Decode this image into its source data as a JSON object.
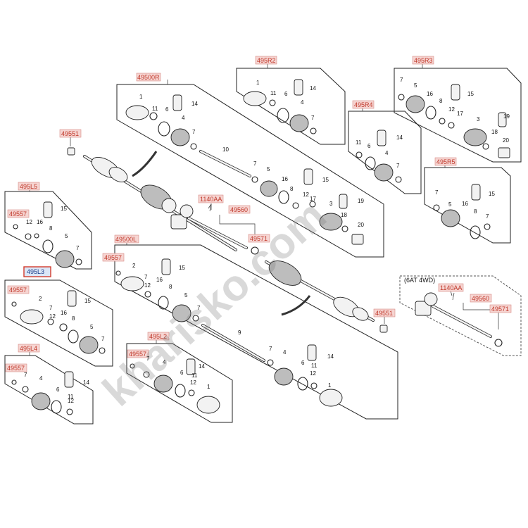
{
  "codes": {
    "c495R2": "495R2",
    "c495R3": "495R3",
    "c49500R": "49500R",
    "c495R4": "495R4",
    "c495R5": "495R5",
    "c49551a": "49551",
    "c49551b": "49551",
    "c495L5": "495L5",
    "c49557a": "49557",
    "c49557b": "49557",
    "c49557c": "49557",
    "c49557d": "49557",
    "c49557e": "49557",
    "c1140AAa": "1140AA",
    "c1140AAb": "1140AA",
    "c49560a": "49560",
    "c49560b": "49560",
    "c49571a": "49571",
    "c49571b": "49571",
    "c49500L": "49500L",
    "c495L3": "495L3",
    "c495L2": "495L2",
    "c495L4": "495L4"
  },
  "note_6at_4wd": "(6AT 4WD)",
  "watermark": "kharisko.com",
  "nums": {
    "n1": "1",
    "n2": "2",
    "n3": "3",
    "n4": "4",
    "n5": "5",
    "n6": "6",
    "n7": "7",
    "n8": "8",
    "n9": "9",
    "n10": "10",
    "n11": "11",
    "n12": "12",
    "n14": "14",
    "n15": "15",
    "n16": "16",
    "n17": "17",
    "n18": "18",
    "n19": "19",
    "n20": "20"
  },
  "selected_code": "495L3",
  "colors": {
    "code_text": "#c0392b",
    "code_bg": "#f6d5d2",
    "selected_bg": "#dbe6f6",
    "selected_border": "#d23a2c"
  }
}
